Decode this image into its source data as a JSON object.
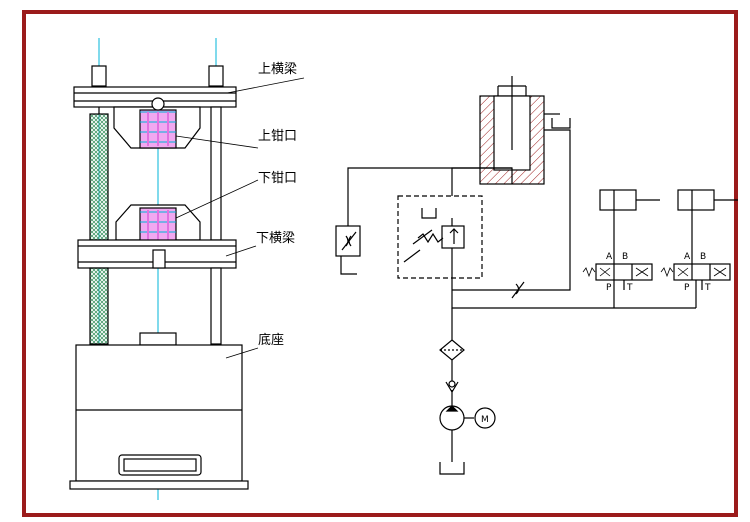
{
  "colors": {
    "border": "#9b1b1b",
    "line": "#000000",
    "centerline": "#00b4d8",
    "jaw": "#e070e0",
    "column": "#2e8b57"
  },
  "machine": {
    "labels": {
      "upper_beam": "上横梁",
      "upper_jaw": "上钳口",
      "lower_jaw": "下钳口",
      "lower_beam": "下横梁",
      "base": "底座"
    }
  },
  "hydraulic": {
    "valve1_ports": {
      "a": "A",
      "b": "B",
      "p": "P",
      "t": "T"
    },
    "valve2_ports": {
      "a": "A",
      "b": "B",
      "p": "P",
      "t": "T"
    },
    "motor_label": "M"
  }
}
